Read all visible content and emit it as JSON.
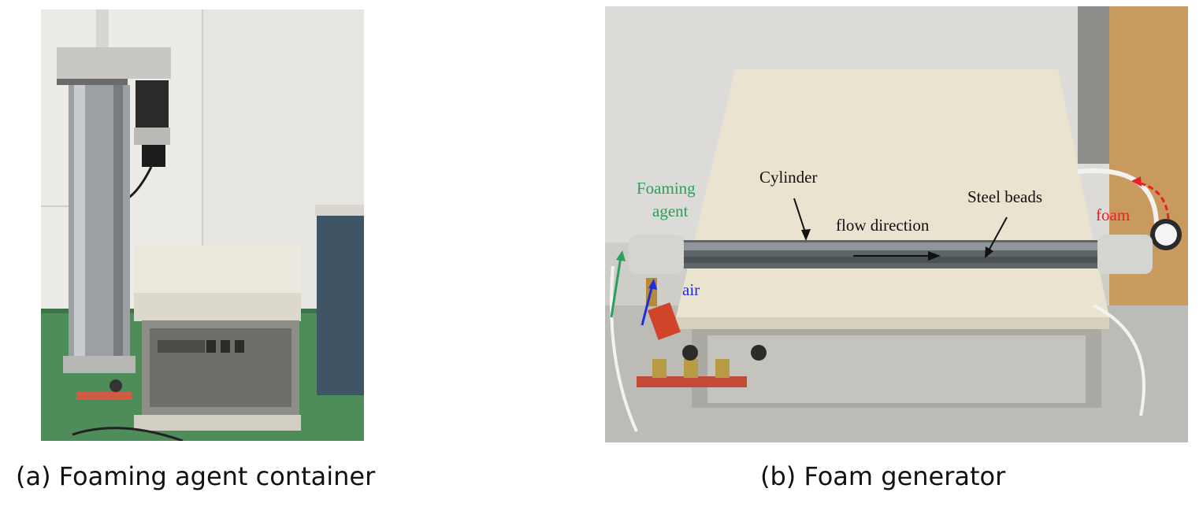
{
  "panel_a": {
    "caption": "(a) Foaming agent container"
  },
  "panel_b": {
    "caption": "(b) Foam generator",
    "labels": {
      "cylinder": "Cylinder",
      "steel_beads": "Steel beads",
      "flow_direction": "flow direction",
      "foaming_agent_line1": "Foaming",
      "foaming_agent_line2": "agent",
      "foam": "foam",
      "air": "air"
    },
    "colors": {
      "foaming_agent": "#2aa05a",
      "foam": "#e8202a",
      "air": "#1f2be0",
      "text": "#111111"
    }
  }
}
